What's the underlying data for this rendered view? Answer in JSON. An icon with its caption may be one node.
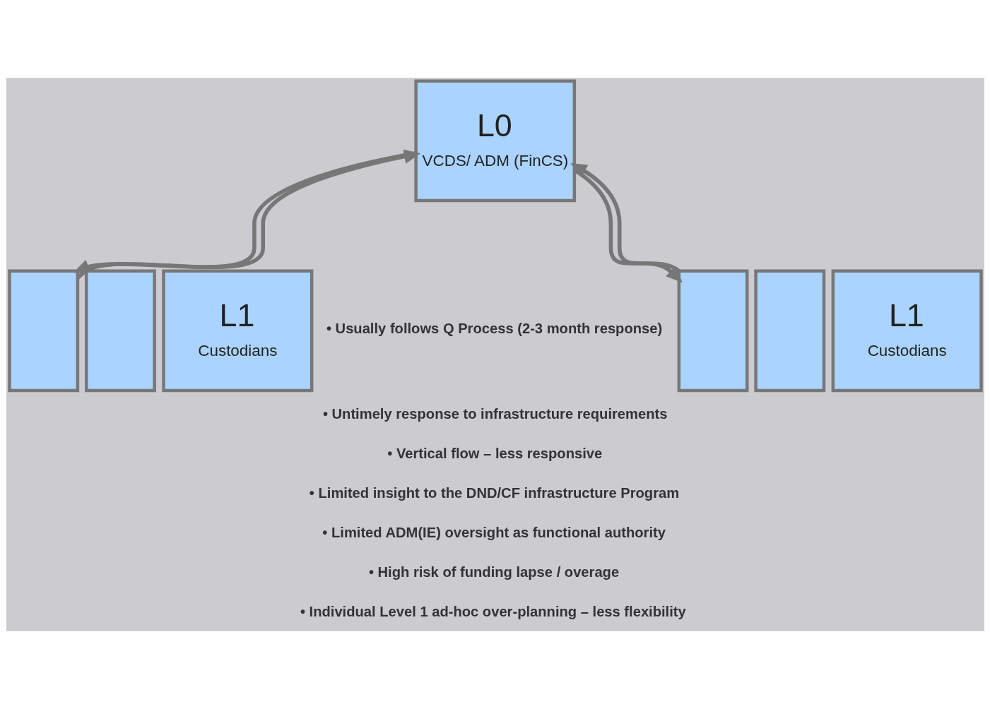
{
  "diagram": {
    "nodes": [
      {
        "text": [
          "L0",
          "VCDS/ ADM (FinCS)"
        ]
      },
      {
        "text": [],
        "shape": "box"
      },
      {
        "text": [],
        "shape": "box"
      },
      {
        "text": [
          "L1",
          "Custodians"
        ]
      },
      {
        "text": [],
        "shape": "box"
      },
      {
        "text": [],
        "shape": "box"
      },
      {
        "text": [
          "L1",
          "Custodians"
        ]
      }
    ],
    "edges": [
      {
        "from": 1,
        "to": 0,
        "arrow": "to"
      },
      {
        "from": 0,
        "to": 1,
        "arrow": "to"
      },
      {
        "from": 4,
        "to": 0,
        "arrow": "to"
      },
      {
        "from": 0,
        "to": 4,
        "arrow": "to"
      }
    ],
    "labels": [
      "• Usually follows Q Process (2-3 month response)",
      "• Untimely response to infrastructure requirements",
      "• Vertical flow – less responsive",
      "• Limited insight to the DND/CF infrastructure Program",
      "• Limited ADM(IE) oversight as functional authority",
      "• High risk of funding lapse / overage",
      "• Individual Level 1 ad-hoc over-planning – less flexibility"
    ]
  }
}
